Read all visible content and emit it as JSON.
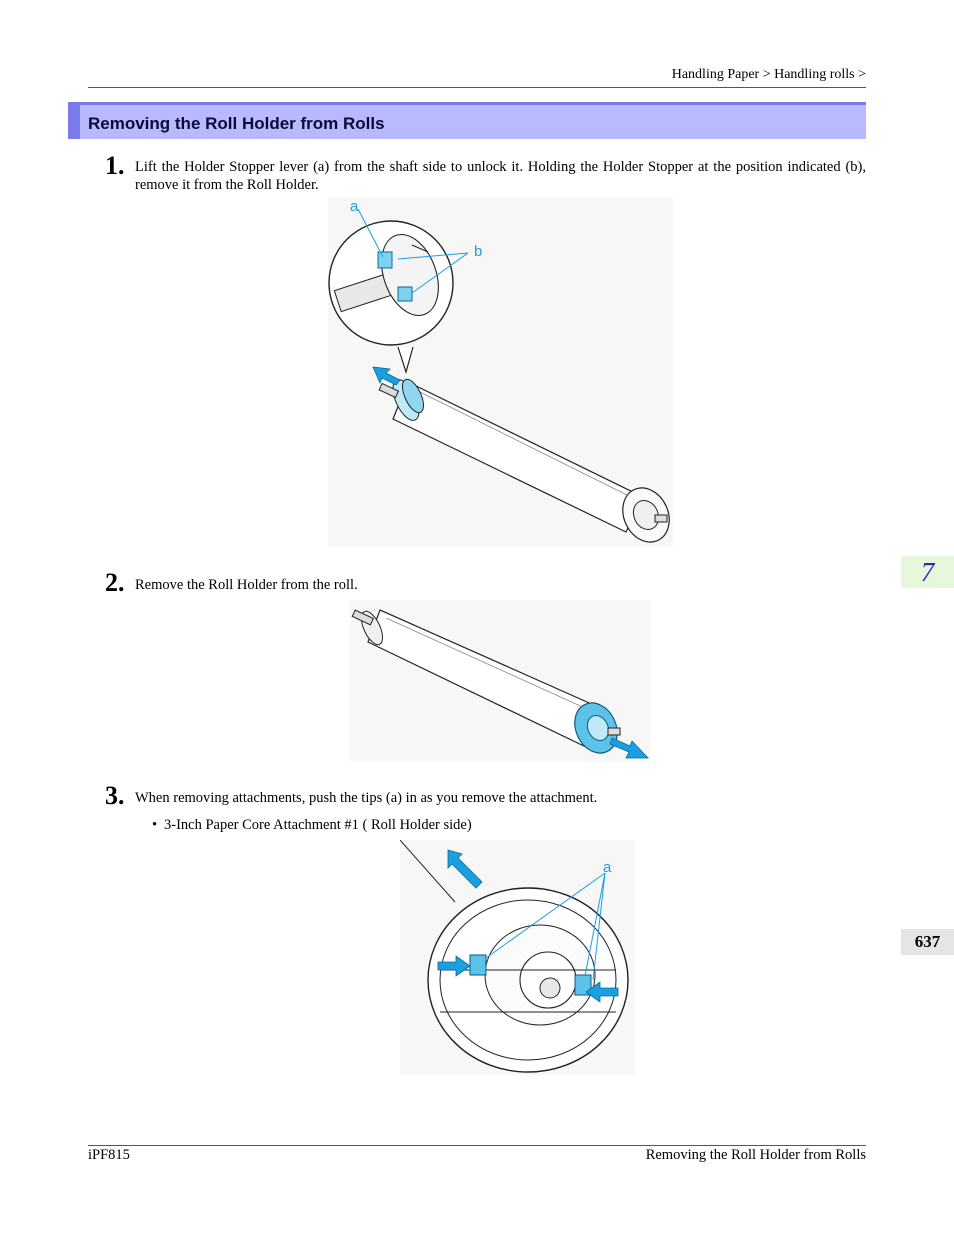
{
  "header": {
    "breadcrumb": "Handling Paper > Handling rolls >"
  },
  "section": {
    "title": "Removing the Roll Holder from Rolls"
  },
  "steps": [
    {
      "number": "1.",
      "text": "Lift the Holder Stopper lever (a) from the shaft side to unlock it. Holding the Holder Stopper at the position indicated (b), remove it from the Roll Holder.",
      "callouts": [
        "a",
        "b"
      ]
    },
    {
      "number": "2.",
      "text": "Remove the Roll Holder from the roll."
    },
    {
      "number": "3.",
      "text": "When removing attachments, push the tips (a) in as you remove the attachment.",
      "bullets": [
        "3-Inch Paper Core Attachment #1 ( Roll Holder side)"
      ],
      "callouts": [
        "a"
      ]
    }
  ],
  "side_tabs": {
    "chapter": "7",
    "page": "637"
  },
  "footer": {
    "left": "iPF815",
    "right": "Removing the Roll Holder from Rolls"
  },
  "colors": {
    "section_bar": "#b9b9ff",
    "section_accent": "#7a7ae8",
    "callout_blue": "#1aa0e0",
    "chapter_tab_bg": "#e6f7dc",
    "page_tab_bg": "#e5e5e5"
  }
}
